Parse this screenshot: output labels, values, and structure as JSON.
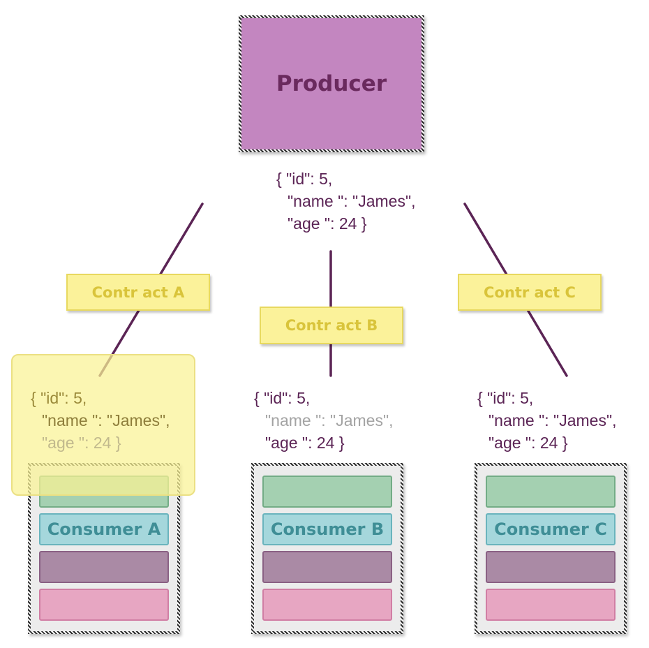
{
  "producer": {
    "label": "Producer",
    "payload": {
      "line1": "{ \"id\": 5,",
      "line2": "\"name \": \"James\",",
      "line3": "\"age \": 24 }"
    }
  },
  "contracts": [
    {
      "label": "Contr act A",
      "payload": {
        "line1": "{ \"id\": 5,",
        "line2": "\"name \": \"James\",",
        "line3": "\"age \": 24 }"
      }
    },
    {
      "label": "Contr act B",
      "payload": {
        "line1": "{ \"id\": 5,",
        "line2": "\"name \": \"James\",",
        "line3": "\"age \": 24 }"
      }
    },
    {
      "label": "Contr act C",
      "payload": {
        "line1": "{ \"id\": 5,",
        "line2": "\"name \": \"James\",",
        "line3": "\"age \": 24 }"
      }
    }
  ],
  "consumers": [
    {
      "label": "Consumer A"
    },
    {
      "label": "Consumer B"
    },
    {
      "label": "Consumer C"
    }
  ],
  "colors": {
    "producer_fill": "#c386c0",
    "producer_text": "#6a2a5e",
    "link_line": "#5b2455",
    "contract_fill": "#fbf29a",
    "contract_text": "#d9c43b",
    "layer_green": "#a4d0b1",
    "layer_blue": "#a5d7dc",
    "layer_purple": "#aa8aa5",
    "layer_pink": "#e7a6c2",
    "consumer_text": "#3f8e96"
  }
}
